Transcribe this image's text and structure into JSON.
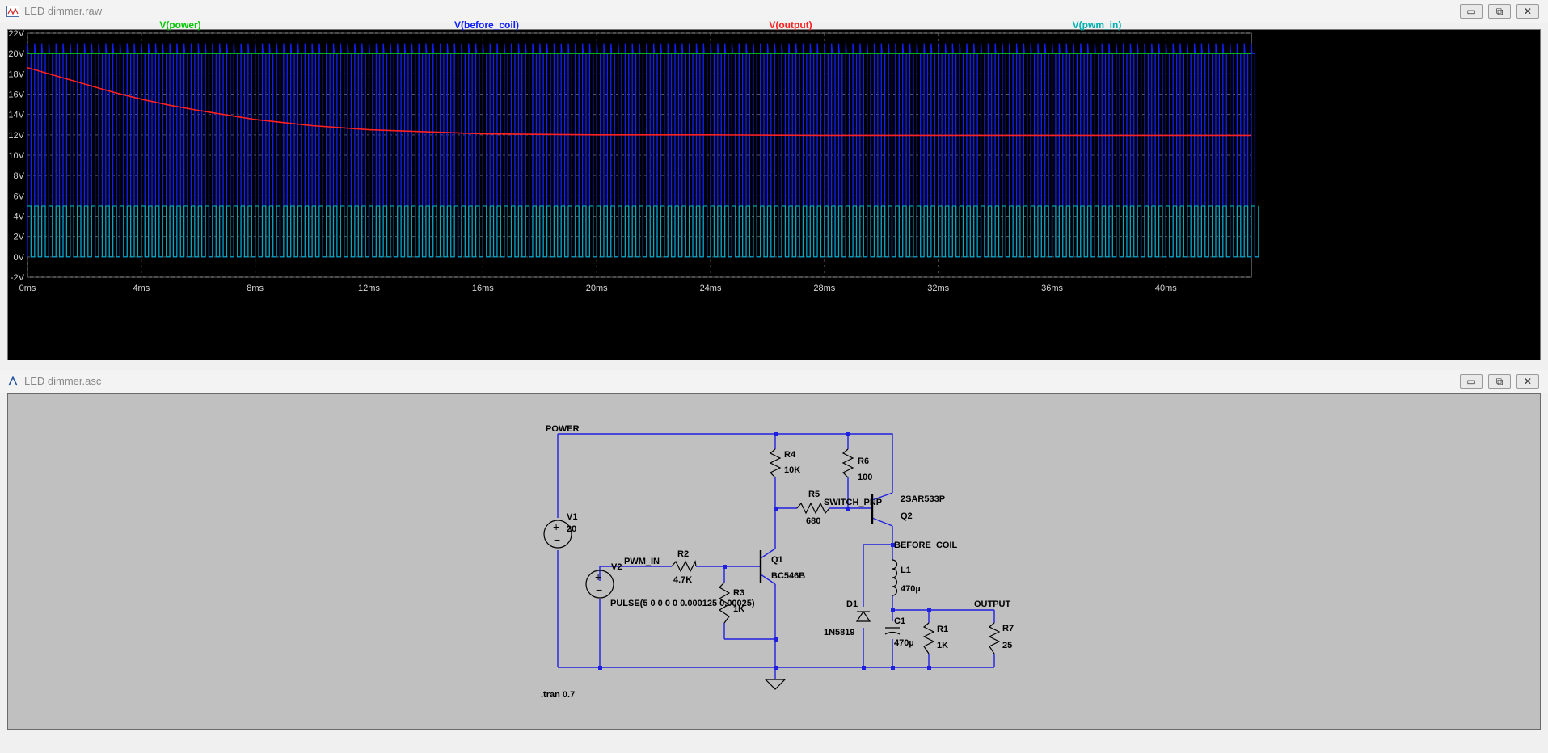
{
  "plot_window": {
    "title": "LED dimmer.raw",
    "buttons": {
      "minimize": "▭",
      "restore": "⧉",
      "close": "✕"
    }
  },
  "schematic_window": {
    "title": "LED dimmer.asc",
    "buttons": {
      "minimize": "▭",
      "restore": "⧉",
      "close": "✕"
    }
  },
  "chart_data": {
    "type": "line",
    "series": [
      {
        "name": "V(power)",
        "color": "#00c800",
        "x": [
          0,
          43
        ],
        "y": [
          20,
          20
        ]
      },
      {
        "name": "V(before_coil)",
        "color": "#1020ff",
        "description_of_shape": "square wave",
        "low": 0,
        "high": 20,
        "overshoot": 21,
        "x_range": [
          0,
          43
        ]
      },
      {
        "name": "V(output)",
        "color": "#ff2020",
        "x": [
          0,
          1,
          2,
          3,
          4,
          5,
          6,
          8,
          10,
          12,
          14,
          16,
          20,
          24,
          28,
          32,
          36,
          40,
          43
        ],
        "y": [
          18.6,
          17.8,
          17.0,
          16.2,
          15.5,
          14.9,
          14.4,
          13.5,
          12.9,
          12.5,
          12.3,
          12.1,
          12.0,
          12.0,
          11.95,
          11.95,
          11.95,
          11.95,
          11.95
        ]
      },
      {
        "name": "V(pwm_in)",
        "color": "#00b0b0",
        "low": 0,
        "high": 5,
        "period_ms": 0.25,
        "x_range": [
          0,
          43
        ]
      }
    ],
    "y_ticks": [
      "22V",
      "20V",
      "18V",
      "16V",
      "14V",
      "12V",
      "10V",
      "8V",
      "6V",
      "4V",
      "2V",
      "0V",
      "-2V"
    ],
    "y_values": [
      22,
      20,
      18,
      16,
      14,
      12,
      10,
      8,
      6,
      4,
      2,
      0,
      -2
    ],
    "x_ticks": [
      "0ms",
      "4ms",
      "8ms",
      "12ms",
      "16ms",
      "20ms",
      "24ms",
      "28ms",
      "32ms",
      "36ms",
      "40ms"
    ],
    "x_values": [
      0,
      4,
      8,
      12,
      16,
      20,
      24,
      28,
      32,
      36,
      40
    ],
    "xlim": [
      0,
      43
    ],
    "ylim": [
      -2,
      22
    ],
    "grid": true,
    "legend_position": "top"
  },
  "schematic": {
    "labels": {
      "power": "POWER",
      "pwm_in": "PWM_IN",
      "switch_pnp": "SWITCH_PNP",
      "before_coil": "BEFORE_COIL",
      "output": "OUTPUT",
      "tran": ".tran 0.7"
    },
    "components": {
      "v1_name": "V1",
      "v1_value": "20",
      "v2_name": "V2",
      "v2_value": "PULSE(5 0 0 0 0 0.000125 0.00025)",
      "r2_name": "R2",
      "r2_value": "4.7K",
      "r3_name": "R3",
      "r3_value": "1K",
      "r4_name": "R4",
      "r4_value": "10K",
      "r5_name": "R5",
      "r5_value": "680",
      "r6_name": "R6",
      "r6_value": "100",
      "q1_name": "Q1",
      "q1_value": "BC546B",
      "q2_name": "Q2",
      "q2_value": "2SAR533P",
      "l1_name": "L1",
      "l1_value": "470µ",
      "d1_name": "D1",
      "d1_value": "1N5819",
      "c1_name": "C1",
      "c1_value": "470µ",
      "r1_name": "R1",
      "r1_value": "1K",
      "r7_name": "R7",
      "r7_value": "25"
    }
  }
}
